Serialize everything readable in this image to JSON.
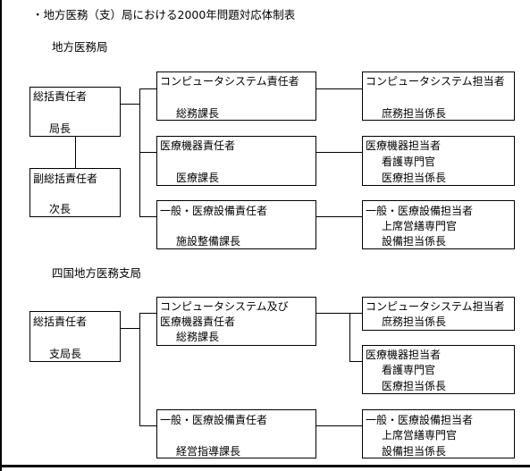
{
  "title": "・地方医務（支）局における2000年問題対応体制表",
  "section1": {
    "heading": "地方医務局",
    "general": {
      "title": "総括責任者",
      "role": "局長"
    },
    "vice": {
      "title": "副総括責任者",
      "role": "次長"
    },
    "managers": [
      {
        "title": "コンピュータシステム責任者",
        "lines": [
          "総務課長"
        ]
      },
      {
        "title": "医療機器責任者",
        "lines": [
          "医療課長"
        ]
      },
      {
        "title": "一般・医療設備責任者",
        "lines": [
          "施設整備課長"
        ]
      }
    ],
    "staff": [
      {
        "title": "コンピュータシステム担当者",
        "lines": [
          "庶務担当係長"
        ]
      },
      {
        "title": "医療機器担当者",
        "lines": [
          "看護専門官",
          "医療担当係長"
        ]
      },
      {
        "title": "一般・医療設備担当者",
        "lines": [
          "上席営繕専門官",
          "設備担当係長"
        ]
      }
    ]
  },
  "section2": {
    "heading": "四国地方医務支局",
    "general": {
      "title": "総括責任者",
      "role": "支局長"
    },
    "managers": [
      {
        "title": "コンピュータシステム及び",
        "title2": "医療機器責任者",
        "lines": [
          "総務課長"
        ]
      },
      {
        "title": "一般・医療設備責任者",
        "lines": [
          "経営指導課長"
        ]
      }
    ],
    "staff": [
      {
        "title": "コンピュータシステム担当者",
        "lines": [
          "庶務担当係長"
        ]
      },
      {
        "title": "医療機器担当者",
        "lines": [
          "看護専門官",
          "医療担当係長"
        ]
      },
      {
        "title": "一般・医療設備担当者",
        "lines": [
          "上席営繕専門官",
          "設備担当係長"
        ]
      }
    ]
  }
}
